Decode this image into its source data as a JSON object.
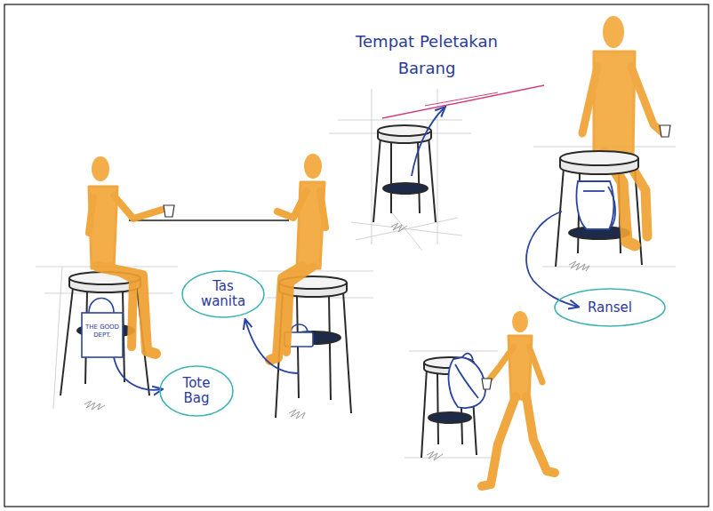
{
  "diagram": {
    "nodes": [
      {
        "text": [
          "Tas wanita"
        ]
      },
      {
        "text": [
          "Tote Bag"
        ]
      },
      {
        "text": [
          "Ransel"
        ]
      }
    ],
    "labels": [
      "Tempat Peletakan Barang",
      "THE GOOD DEPT."
    ]
  }
}
